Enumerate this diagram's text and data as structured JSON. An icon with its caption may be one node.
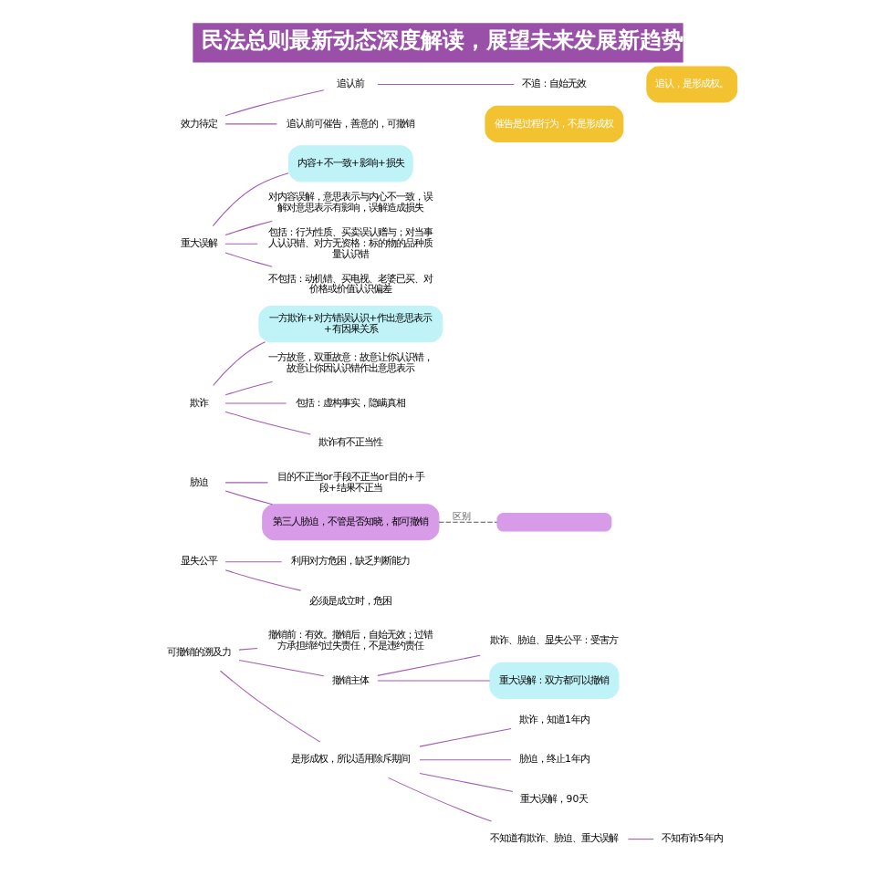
{
  "diagram": {
    "title": "民法总则最新动态深度解读，展望未来发展新趋势",
    "nodes": [
      {
        "text": [
          "效力待定"
        ]
      },
      {
        "text": [
          "追认前"
        ]
      },
      {
        "text": [
          "不追：自始无效"
        ]
      },
      {
        "text": [
          "追认，是形成权。"
        ]
      },
      {
        "text": [
          "追认前可催告，善意的，可撤销"
        ]
      },
      {
        "text": [
          "催告是过程行为，不是形成权"
        ]
      },
      {
        "text": [
          "重大误解"
        ]
      },
      {
        "text": [
          "内容+不一致+影响+损失"
        ]
      },
      {
        "text": [
          "对内容误解，意思表示与内心不一致，误解对意思表示有影响，误解造成损失"
        ]
      },
      {
        "text": [
          "包括：行为性质、买卖误认赠与；对当事人认识错、对方无资格：标的物的品种质量认识错"
        ]
      },
      {
        "text": [
          "不包括：动机错、买电视、老婆已买、对价格或价值认识偏差"
        ]
      },
      {
        "text": [
          "欺诈"
        ]
      },
      {
        "text": [
          "一方欺诈+对方错误认识+作出意思表示+有因果关系"
        ]
      },
      {
        "text": [
          "一方故意，双重故意：故意让你认识错，故意让你因认识错作出意思表示"
        ]
      },
      {
        "text": [
          "包括：虚构事实，隐瞒真相"
        ]
      },
      {
        "text": [
          "欺诈有不正当性"
        ]
      },
      {
        "text": [],
        "shape": "box"
      },
      {
        "text": [
          "胁迫"
        ]
      },
      {
        "text": [
          "目的不正当or手段不正当or目的+手段+结果不正当"
        ]
      },
      {
        "text": [
          "第三人胁迫，不管是否知晓，都可撤销"
        ]
      },
      {
        "text": [
          "显失公平"
        ]
      },
      {
        "text": [
          "利用对方危困，缺乏判断能力"
        ]
      },
      {
        "text": [
          "必须是成立时，危困"
        ]
      },
      {
        "text": [
          "可撤销的溯及力"
        ]
      },
      {
        "text": [
          "撤销前：有效。撤销后，自始无效；过错方承担缔约过失责任，不是违约责任"
        ]
      },
      {
        "text": [
          "撤销主体"
        ]
      },
      {
        "text": [
          "欺诈、胁迫、显失公平：受害方"
        ]
      },
      {
        "text": [
          "重大误解：双方都可以撤销"
        ]
      },
      {
        "text": [
          "是形成权，所以适用除斥期间"
        ]
      },
      {
        "text": [
          "欺诈，知道1年内"
        ]
      },
      {
        "text": [
          "胁迫，终止1年内"
        ]
      },
      {
        "text": [
          "重大误解，90天"
        ]
      },
      {
        "text": [
          "不知道有欺诈、胁迫、重大误解"
        ]
      },
      {
        "text": [
          "不知有诈5年内"
        ]
      }
    ],
    "edges": [
      {
        "from": 0,
        "to": 1,
        "arrow": "none"
      },
      {
        "from": 1,
        "to": 2,
        "arrow": "none"
      },
      {
        "from": 0,
        "to": 4,
        "arrow": "none"
      },
      {
        "from": 6,
        "to": 7,
        "arrow": "none"
      },
      {
        "from": 6,
        "to": 8,
        "arrow": "none"
      },
      {
        "from": 6,
        "to": 9,
        "arrow": "none"
      },
      {
        "from": 6,
        "to": 10,
        "arrow": "none"
      },
      {
        "from": 11,
        "to": 12,
        "arrow": "none"
      },
      {
        "from": 11,
        "to": 13,
        "arrow": "none"
      },
      {
        "from": 11,
        "to": 14,
        "arrow": "none"
      },
      {
        "from": 11,
        "to": 15,
        "arrow": "none"
      },
      {
        "from": 17,
        "to": 18,
        "arrow": "none"
      },
      {
        "from": 17,
        "to": 19,
        "arrow": "none"
      },
      {
        "from": 19,
        "to": 16,
        "arrow": "none",
        "label": "区别",
        "style": "dashed",
        "color": "#555555"
      },
      {
        "from": 20,
        "to": 21,
        "arrow": "none"
      },
      {
        "from": 20,
        "to": 22,
        "arrow": "none"
      },
      {
        "from": 23,
        "to": 24,
        "arrow": "none"
      },
      {
        "from": 23,
        "to": 25,
        "arrow": "none"
      },
      {
        "from": 25,
        "to": 26,
        "arrow": "none"
      },
      {
        "from": 25,
        "to": 27,
        "arrow": "none"
      },
      {
        "from": 23,
        "to": 28,
        "arrow": "none"
      },
      {
        "from": 28,
        "to": 29,
        "arrow": "none"
      },
      {
        "from": 28,
        "to": 30,
        "arrow": "none"
      },
      {
        "from": 28,
        "to": 31,
        "arrow": "none"
      },
      {
        "from": 28,
        "to": 32,
        "arrow": "none"
      },
      {
        "from": 32,
        "to": 33,
        "arrow": "none"
      }
    ]
  }
}
